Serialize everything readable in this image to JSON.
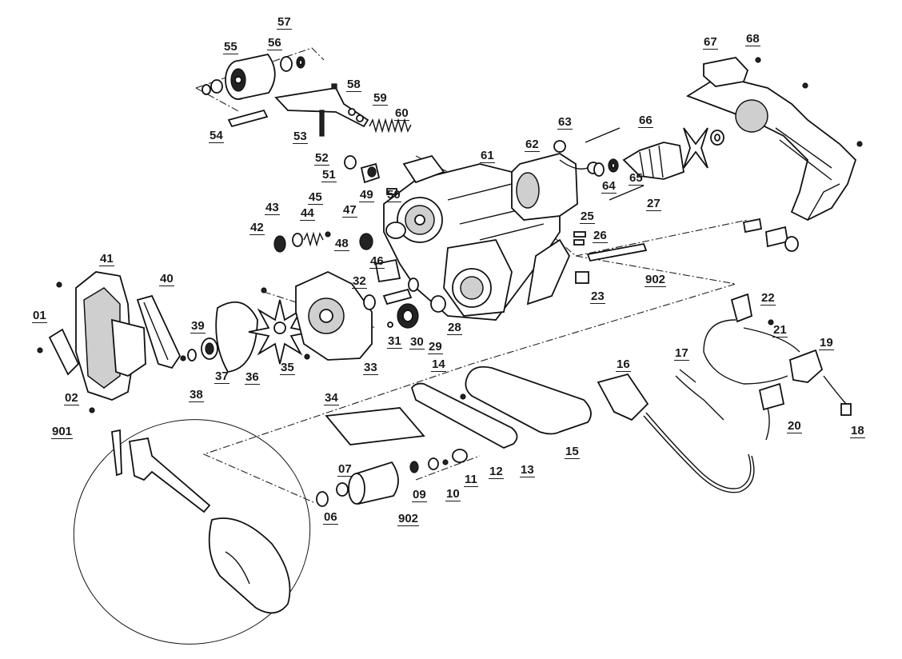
{
  "diagram": {
    "type": "exploded-parts-view",
    "part_labels": [
      "01",
      "02",
      "06",
      "07",
      "09",
      "10",
      "11",
      "12",
      "13",
      "14",
      "15",
      "16",
      "17",
      "18",
      "19",
      "20",
      "21",
      "22",
      "23",
      "25",
      "26",
      "27",
      "28",
      "29",
      "30",
      "31",
      "32",
      "33",
      "34",
      "35",
      "36",
      "37",
      "38",
      "39",
      "40",
      "41",
      "42",
      "43",
      "44",
      "45",
      "46",
      "47",
      "48",
      "49",
      "50",
      "51",
      "52",
      "53",
      "54",
      "55",
      "56",
      "57",
      "58",
      "59",
      "60",
      "61",
      "62",
      "63",
      "64",
      "65",
      "66",
      "67",
      "68",
      "901",
      "902",
      "902"
    ]
  }
}
